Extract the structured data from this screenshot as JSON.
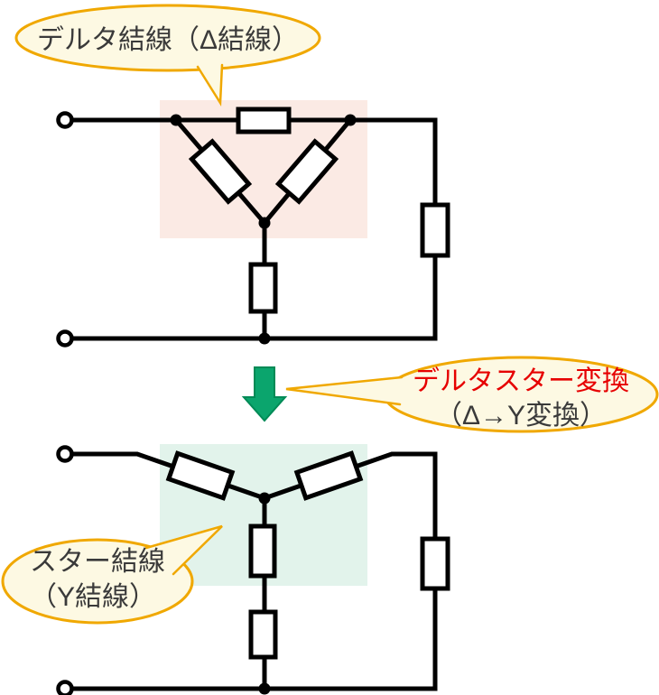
{
  "labels": {
    "delta_bubble": {
      "text": "デルタ結線（Δ結線）"
    },
    "transform_bubble": {
      "line1": "デルタスター変換",
      "line2": "（Δ→Y変換）"
    },
    "star_bubble": {
      "line1": "スター結線",
      "line2": "（Y結線）"
    }
  },
  "diagram": {
    "top_circuit": "delta-connection (3 resistors in triangle, 1 series resistor, 1 load resistor)",
    "bottom_circuit": "star-connection (3 resistors in Y, 1 series resistor, 1 load resistor)",
    "transform_direction": "down-arrow from delta circuit to star circuit"
  },
  "colors": {
    "bubble_border": "#f0a800",
    "bubble_fill": "#fdf9e3",
    "delta_highlight": "#fbeae4",
    "star_highlight": "#e2f3eb",
    "arrow_fill": "#0ba56d",
    "arrow_border": "#008a56",
    "transform_red": "#e60000",
    "label_text": "#3a3a3a",
    "wire": "#000000",
    "resistor_fill": "#ffffff"
  }
}
